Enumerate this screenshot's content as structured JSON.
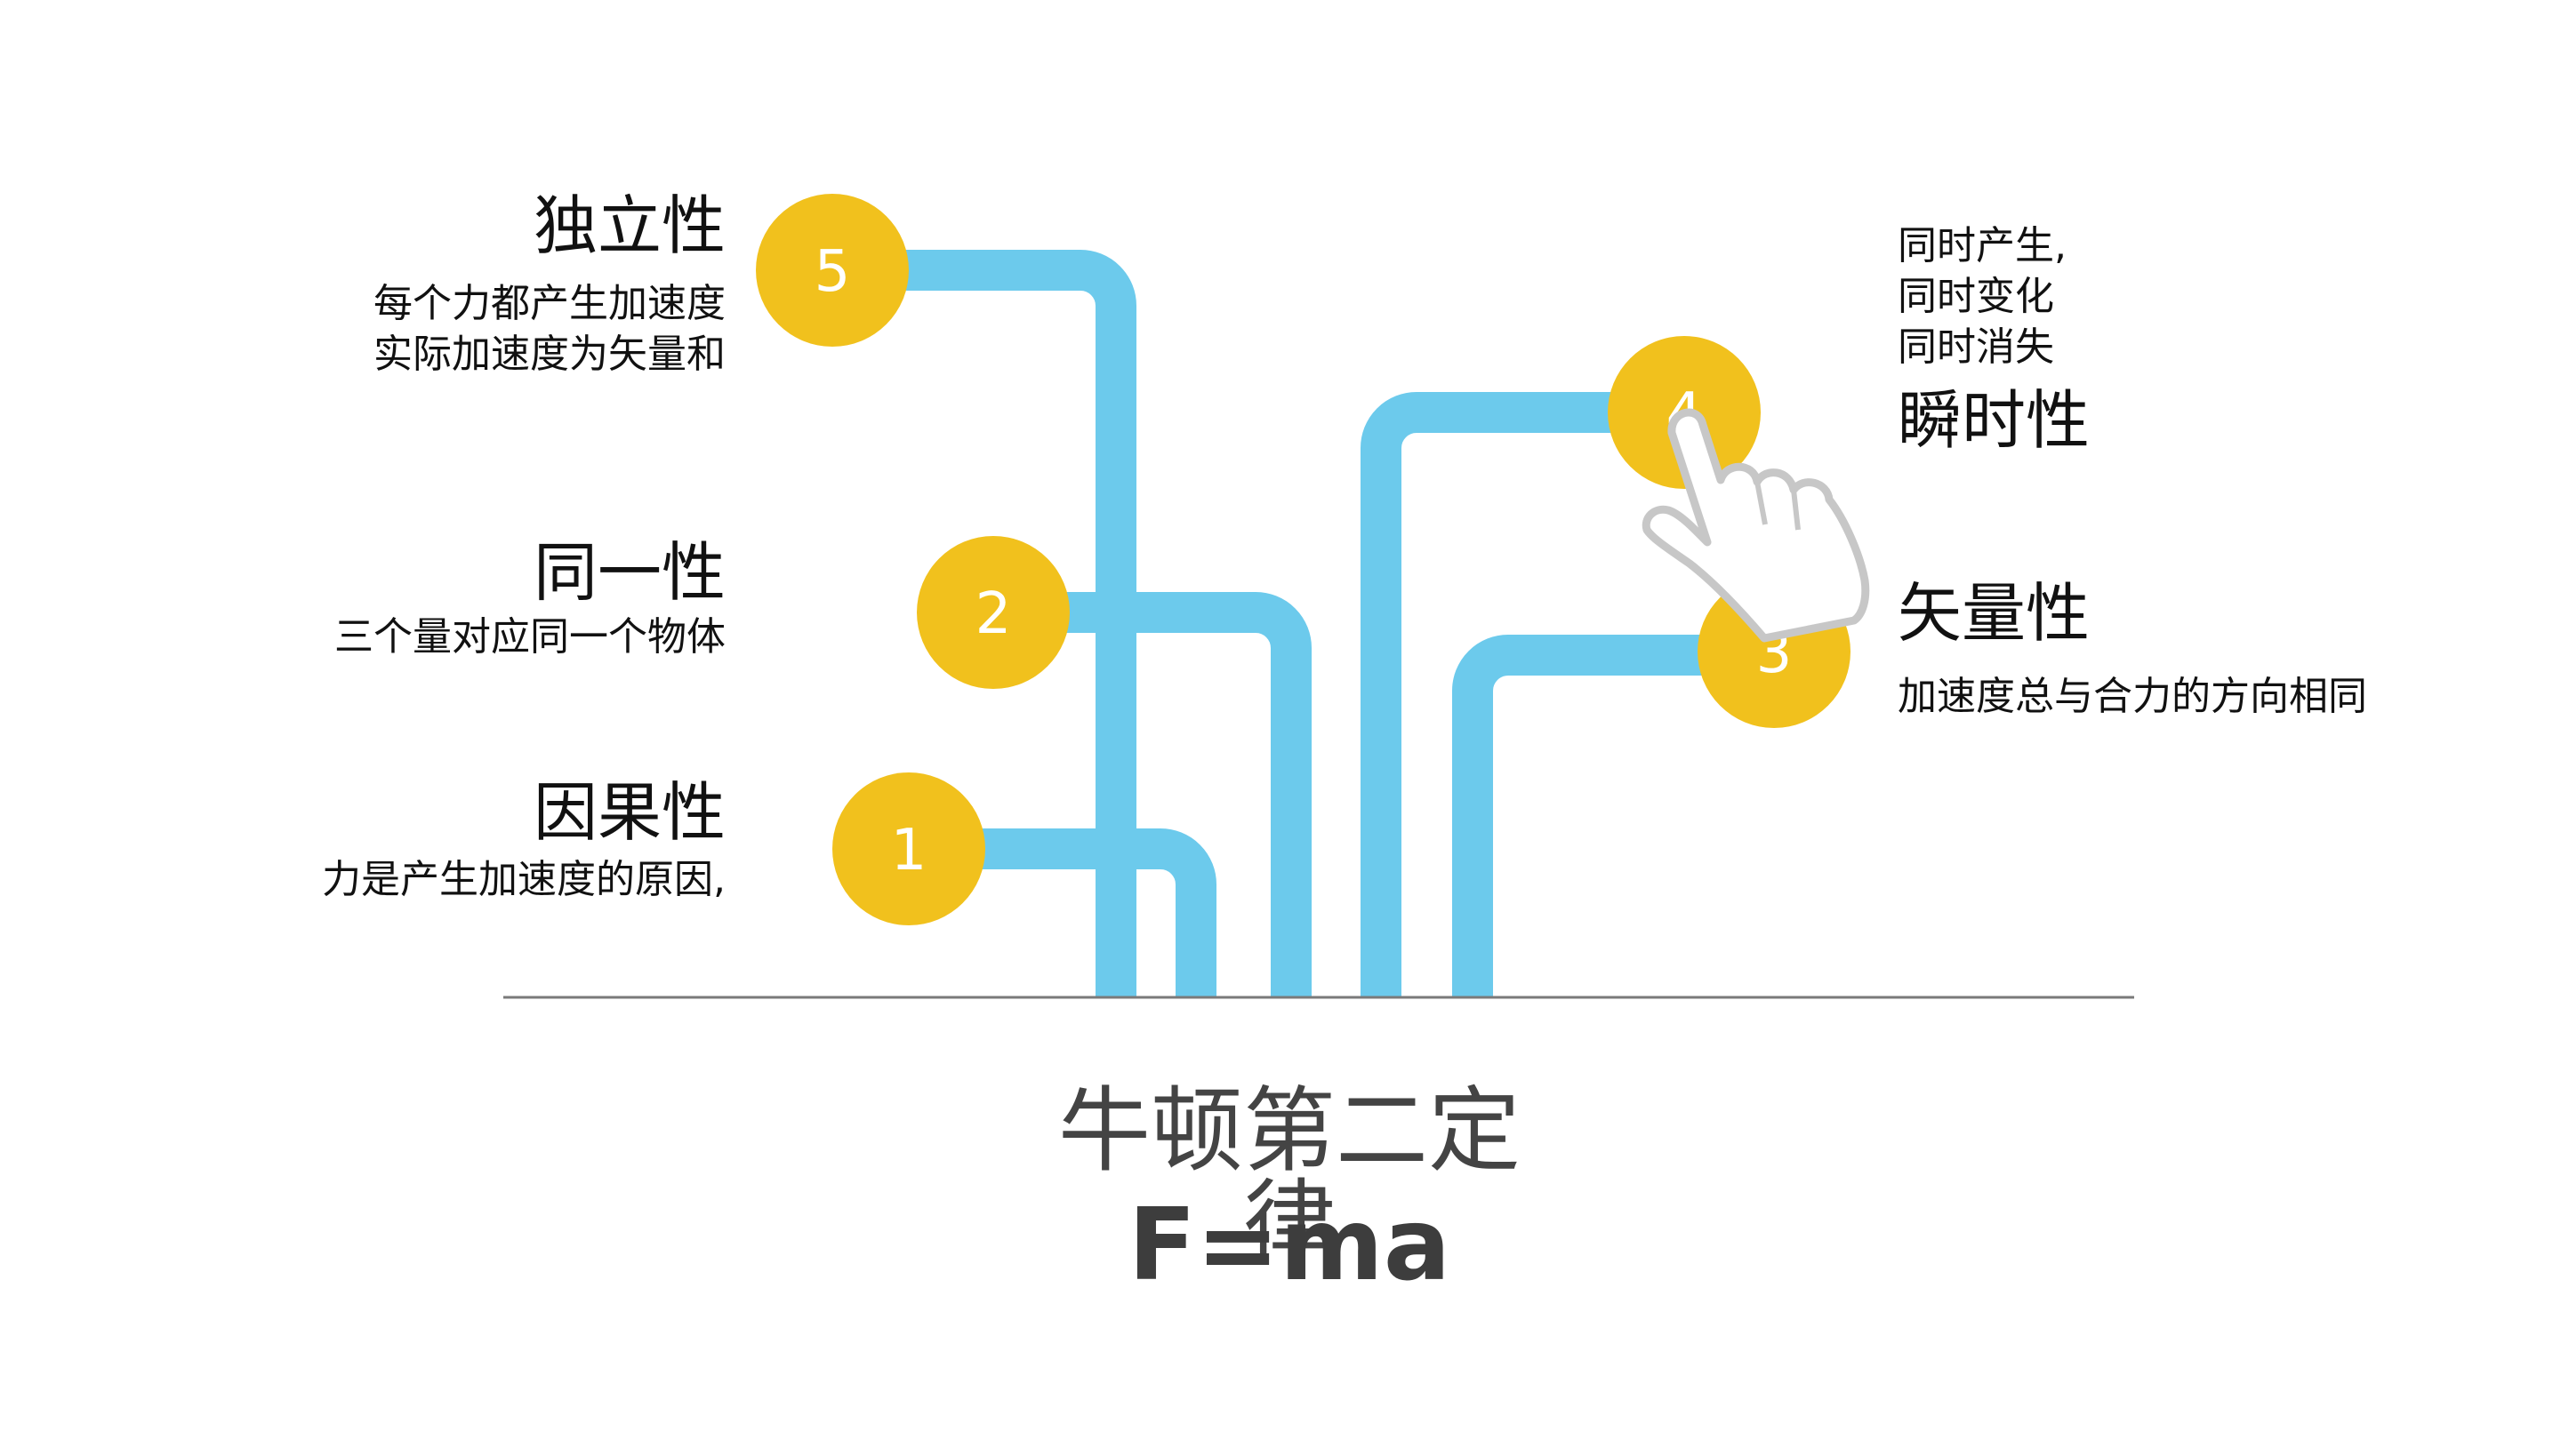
{
  "nodes": [
    {
      "number": "5",
      "title": "独立性",
      "description": [
        "每个力都产生加速度",
        "实际加速度为矢量和"
      ]
    },
    {
      "number": "2",
      "title": "同一性",
      "description": [
        "三个量对应同一个物体"
      ]
    },
    {
      "number": "1",
      "title": "因果性",
      "description": [
        "力是产生加速度的原因,"
      ]
    },
    {
      "number": "4",
      "title": "瞬时性",
      "description": [
        "同时产生,",
        "同时变化",
        "同时消失"
      ]
    },
    {
      "number": "3",
      "title": "矢量性",
      "description": [
        "加速度总与合力的方向相同"
      ]
    }
  ],
  "law": {
    "name": "牛顿第二定律",
    "formula": "F=ma"
  },
  "colors": {
    "pipe": "#6ccaec",
    "node": "#f1c11d",
    "baseline": "#7a7a7a",
    "text": "#111111"
  },
  "icons": {
    "cursor": "hand-pointer-icon"
  }
}
